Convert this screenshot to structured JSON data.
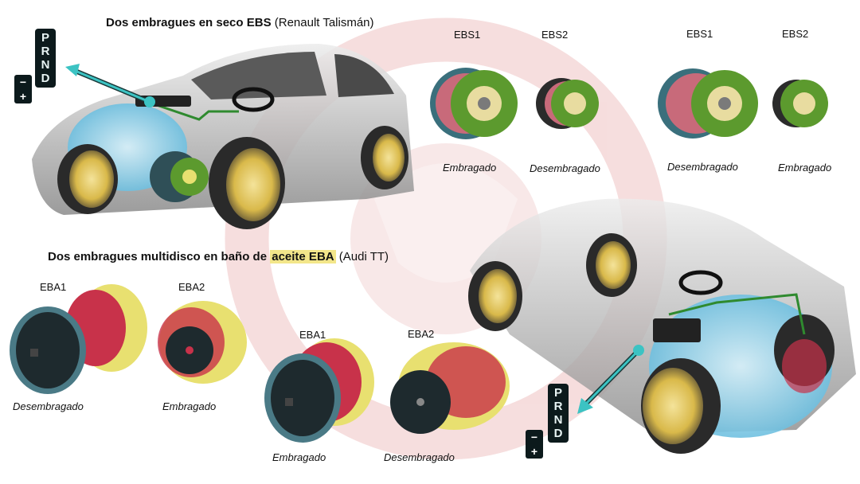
{
  "titles": {
    "ebs_lead": "Dos embragues en seco ",
    "ebs_strong": "EBS",
    "ebs_car": " (Renault Talismán)",
    "eba_lead": "Dos embragues multidisco en baño de ",
    "eba_hl": "aceite EBA",
    "eba_car": " (Audi TT)"
  },
  "labels": {
    "ebs1_a": "EBS1",
    "ebs2_a": "EBS2",
    "ebs1_b": "EBS1",
    "ebs2_b": "EBS2",
    "eba1_a": "EBA1",
    "eba2_a": "EBA2",
    "eba1_b": "EBA1",
    "eba2_b": "EBA2"
  },
  "captions": {
    "ebs_a1": "Embragado",
    "ebs_a2": "Desembragado",
    "ebs_b1": "Desembragado",
    "ebs_b2": "Embragado",
    "eba_a1": "Desembragado",
    "eba_a2": "Embragado",
    "eba_b1": "Embragado",
    "eba_b2": "Desembragado"
  },
  "shifter": {
    "gears": [
      "P",
      "R",
      "N",
      "D"
    ],
    "minus": "−",
    "plus": "+"
  },
  "colors": {
    "watermark": "#f1c9c9",
    "dry_plate": "#5c9a2e",
    "wet_housing": "#e8e070",
    "disc_red": "#c8324a",
    "ring": "#4a7a86",
    "arrow": "#3cc3c3"
  }
}
